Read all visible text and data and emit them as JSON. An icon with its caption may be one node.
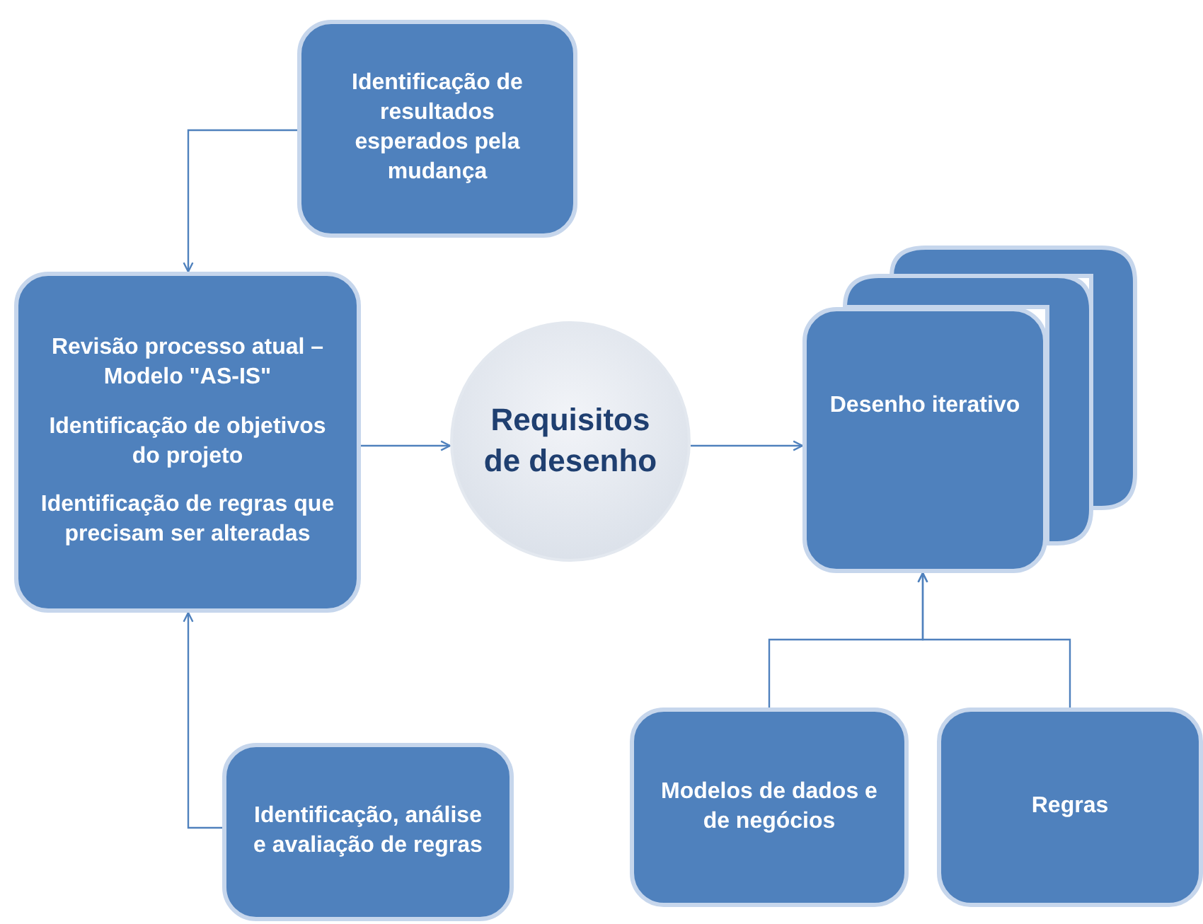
{
  "diagram": {
    "nodes": [
      {
        "text": [
          "Identificação de resultados esperados pela mudança"
        ]
      },
      {
        "text": [
          "Revisão processo atual – Modelo \"AS-IS\"",
          "Identificação de objetivos do projeto",
          "Identificação de regras que precisam ser alteradas"
        ]
      },
      {
        "text": [
          "Requisitos de desenho"
        ]
      },
      {
        "text": [
          "Desenho iterativo"
        ]
      },
      {
        "text": [
          "Identificação, análise e avaliação de regras"
        ]
      },
      {
        "text": [
          "Modelos de dados e de negócios"
        ]
      },
      {
        "text": [
          "Regras"
        ]
      }
    ],
    "edges": [
      {
        "from": 0,
        "to": 1,
        "arrow": "to"
      },
      {
        "from": 1,
        "to": 2,
        "arrow": "to"
      },
      {
        "from": 2,
        "to": 3,
        "arrow": "to"
      },
      {
        "from": 4,
        "to": 1,
        "arrow": "to"
      },
      {
        "from": 5,
        "to": 3,
        "arrow": "to"
      },
      {
        "from": 6,
        "to": 3,
        "arrow": "to"
      }
    ]
  }
}
